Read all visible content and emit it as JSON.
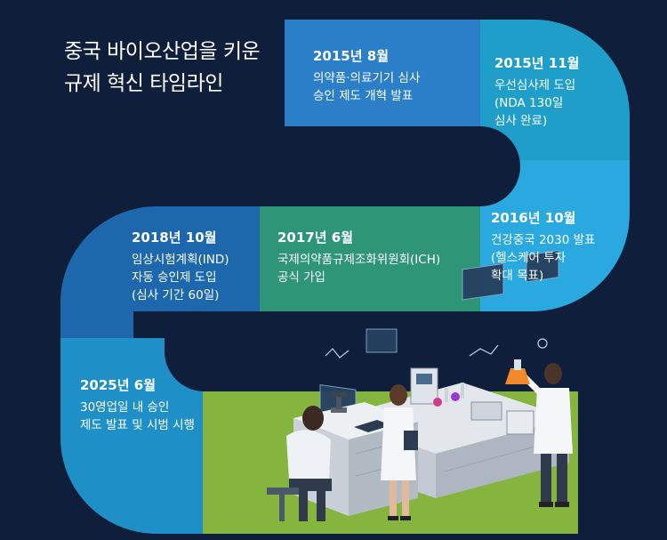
{
  "title": {
    "line1": "중국 바이오산업을 키운",
    "line2": "규제 혁신 타임라인"
  },
  "events": [
    {
      "date": "2015년 8월",
      "lines": [
        "의약품·의료기기 심사",
        "승인 제도 개혁 발표"
      ]
    },
    {
      "date": "2015년 11월",
      "lines": [
        "우선심사제 도입",
        "(NDA 130일",
        "심사 완료)"
      ]
    },
    {
      "date": "2016년 10월",
      "lines": [
        "건강중국 2030 발표",
        "(헬스케어 투자",
        "확대 목표)"
      ]
    },
    {
      "date": "2017년 6월",
      "lines": [
        "국제의약품규제조화위원회(ICH)",
        "공식 가입"
      ]
    },
    {
      "date": "2018년 10월",
      "lines": [
        "임상시험계획(IND)",
        "자동 승인제 도입",
        "(심사 기간 60일)"
      ]
    },
    {
      "date": "2025년 6월",
      "lines": [
        "30영업일 내 승인",
        "제도 발표 및 시범 시행"
      ]
    }
  ],
  "colors": {
    "background": "#0f1e3a",
    "segment_1": "#2a7fc8",
    "segment_2": "#1f9ec9",
    "segment_3": "#29a9df",
    "segment_4": "#2e9677",
    "segment_5": "#1d68ad",
    "segment_6": "#1f8fc7",
    "lab_floor": "#86b53f"
  },
  "illustration": "laboratory-scientists-illustration"
}
